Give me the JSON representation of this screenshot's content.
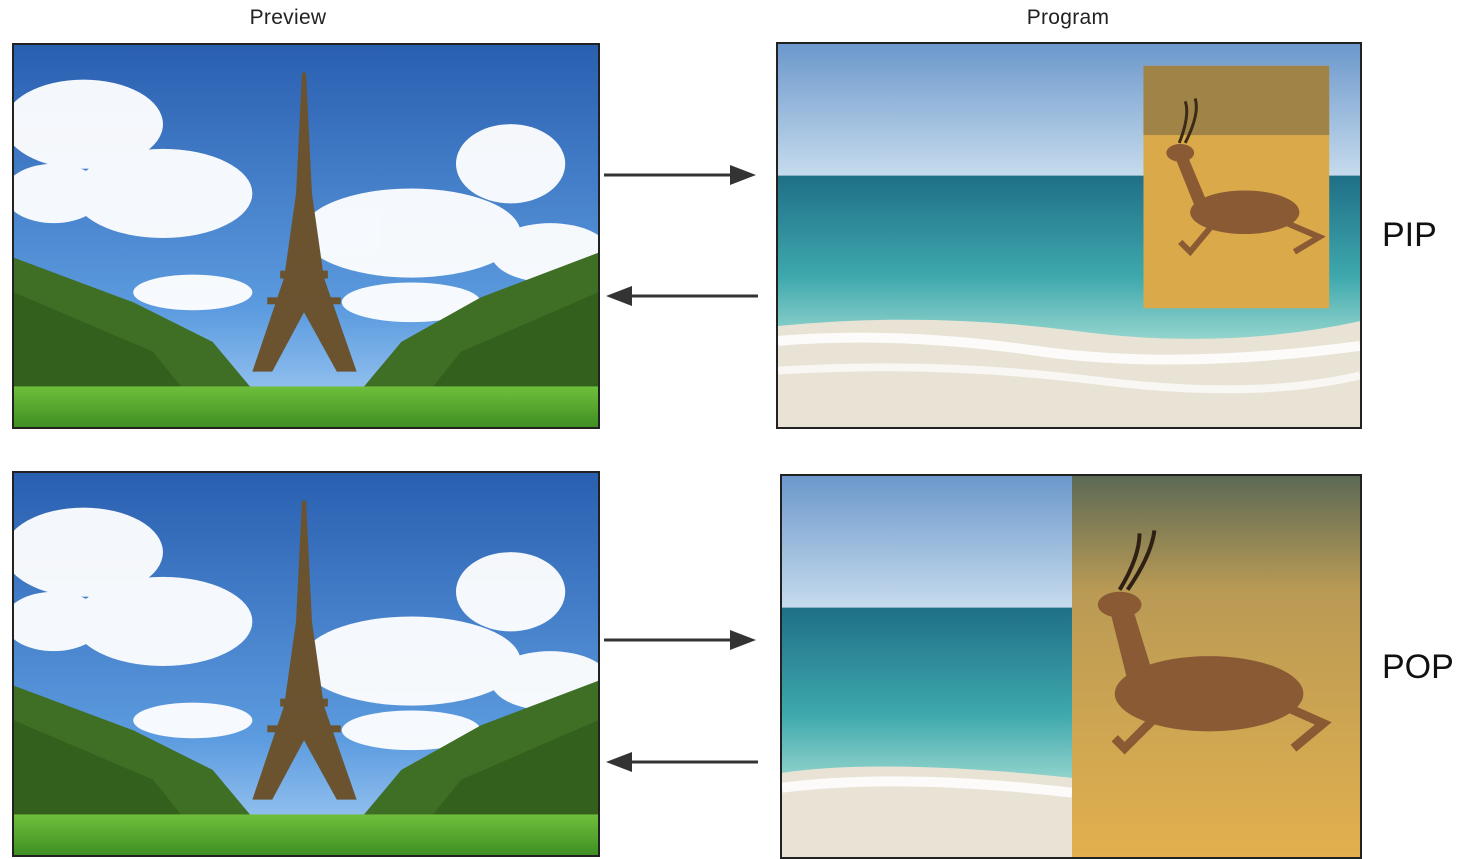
{
  "headers": {
    "preview": "Preview",
    "program": "Program"
  },
  "modes": {
    "pip": "PIP",
    "pop": "POP"
  },
  "images": {
    "preview_scene": "eiffel-tower",
    "program_background": "beach",
    "overlay_scene": "gazelle"
  },
  "colors": {
    "sky_top": "#2a5fb0",
    "sky_bottom": "#8fc0f0",
    "grass": "#5aa832",
    "trees": "#3f6e25",
    "tower": "#6b5330",
    "sea_deep": "#1f6f86",
    "sea_shallow": "#6fc7c6",
    "sand": "#e6dcc9",
    "savanna": "#d9a94a",
    "gazelle": "#8a5a35",
    "arrow": "#333333"
  }
}
